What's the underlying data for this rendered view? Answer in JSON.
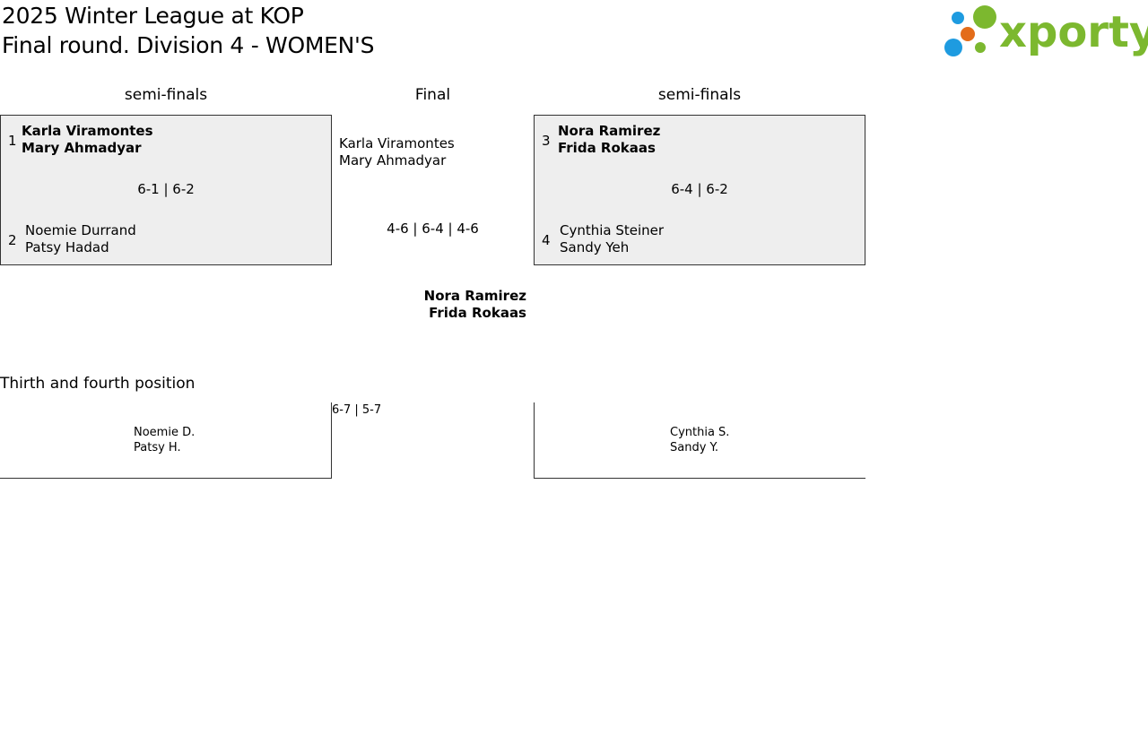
{
  "header": {
    "title_line1": "2025 Winter League at KOP",
    "title_line2": "Final round. Division 4 - WOMEN'S",
    "logo_text": "xporty"
  },
  "colors": {
    "logo_green": "#7cb82f",
    "logo_blue": "#1e9be0",
    "logo_orange": "#e36c1a",
    "box_bg": "#eeeeee"
  },
  "headings": {
    "left_semis": "semi-finals",
    "final": "Final",
    "right_semis": "semi-finals",
    "third_fourth": "Thirth and fourth position"
  },
  "semi_left": {
    "top": {
      "seed": "1",
      "player1": "Karla Viramontes",
      "player2": "Mary Ahmadyar"
    },
    "score": "6-1 | 6-2",
    "bottom": {
      "seed": "2",
      "player1": "Noemie Durrand",
      "player2": "Patsy Hadad"
    }
  },
  "semi_right": {
    "top": {
      "seed": "3",
      "player1": "Nora Ramirez",
      "player2": "Frida Rokaas"
    },
    "score": "6-4 | 6-2",
    "bottom": {
      "seed": "4",
      "player1": "Cynthia Steiner",
      "player2": "Sandy Yeh"
    }
  },
  "final": {
    "team1": {
      "player1": "Karla Viramontes",
      "player2": "Mary Ahmadyar"
    },
    "score": "4-6 | 6-4 | 4-6",
    "winner": {
      "player1": "Nora Ramirez",
      "player2": "Frida Rokaas"
    }
  },
  "third_fourth": {
    "score": "6-7 | 5-7",
    "left": {
      "player1": "Noemie D.",
      "player2": "Patsy H."
    },
    "right": {
      "player1": "Cynthia S.",
      "player2": "Sandy Y."
    }
  }
}
